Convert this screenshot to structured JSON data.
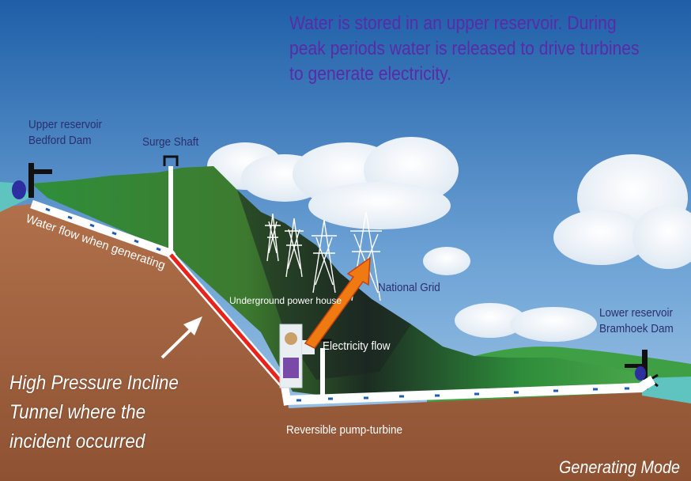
{
  "headline": [
    "Water is stored in an upper reservoir. During",
    "peak periods water is released to drive turbines",
    "to generate electricity."
  ],
  "labels": {
    "upper_reservoir_line1": "Upper reservoir",
    "upper_reservoir_line2": "Bedford Dam",
    "surge_shaft": "Surge Shaft",
    "water_flow": "Water flow when generating",
    "underground_power_house": "Underground power house",
    "national_grid": "National Grid",
    "electricity_flow": "Electricity flow",
    "lower_reservoir_line1": "Lower reservoir",
    "lower_reservoir_line2": "Bramhoek Dam",
    "pump_turbine": "Reversible pump-turbine"
  },
  "callout": [
    "High Pressure Incline",
    "Tunnel where the",
    "incident occurred"
  ],
  "mode": "Generating Mode",
  "colors": {
    "sky_top": "#1f5fa8",
    "sky_bottom": "#8cb8de",
    "ground": "#a4633f",
    "mountain_green": "#2e8b3a",
    "mountain_dark": "#1d2a22",
    "tunnel": "#ffffff",
    "incline_highlight": "#e8231b",
    "electricity_arrow": "#f07a12",
    "reservoir_water": "#5fc3c0",
    "headline_text": "#5a2aa8",
    "label_text": "#2a2f6e"
  }
}
